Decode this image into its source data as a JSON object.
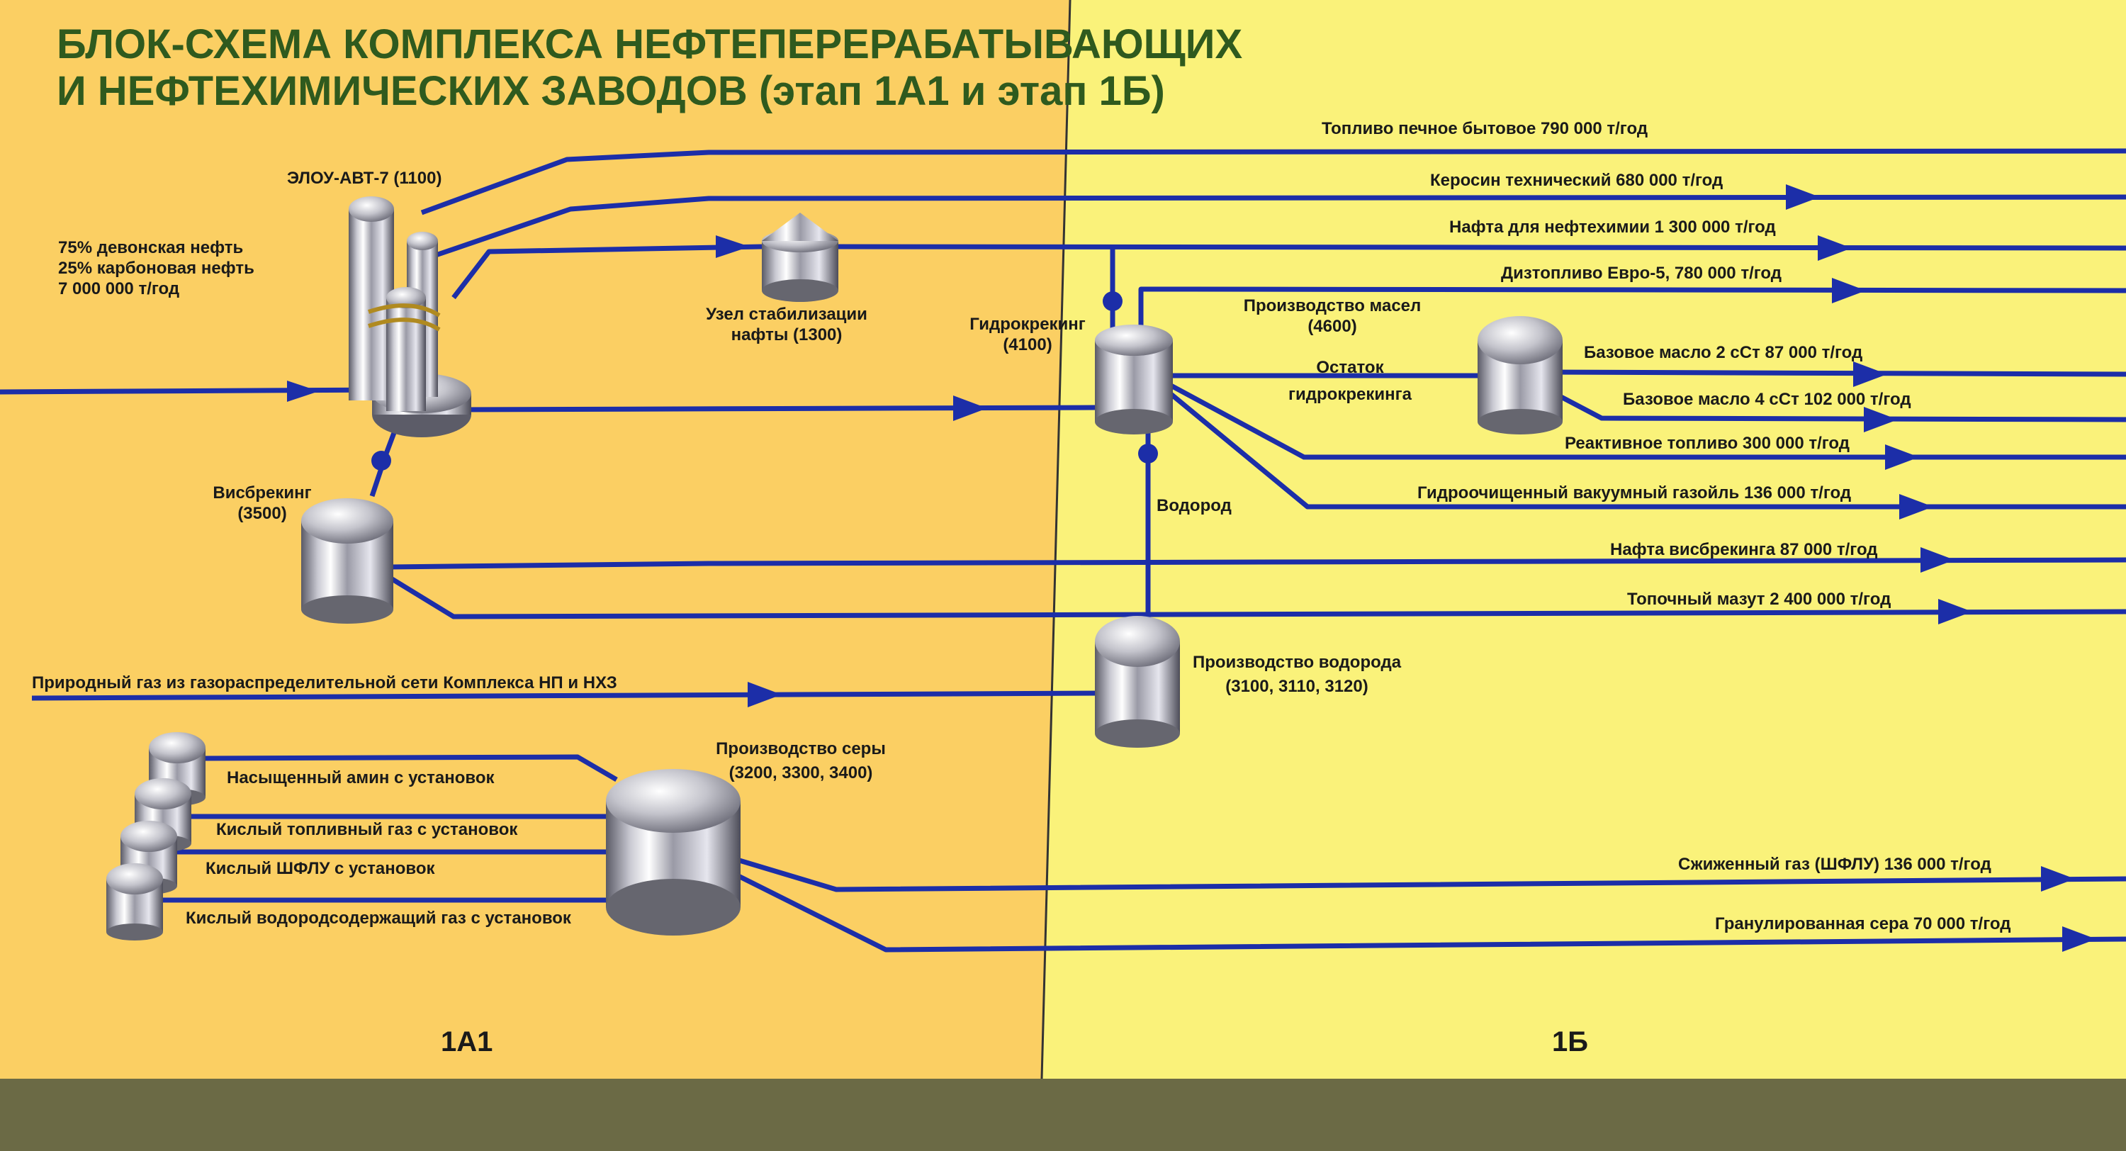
{
  "title": {
    "line1": "БЛОК-СХЕМА КОМПЛЕКСА НЕФТЕПЕРЕРАБАТЫВАЮЩИХ",
    "line2": "И НЕФТЕХИМИЧЕСКИХ ЗАВОДОВ (этап 1А1 и этап 1Б)"
  },
  "colors": {
    "stage_1a1": "#fbcf63",
    "stage_1b": "#faf27a",
    "ground": "#6b6a45",
    "pipe": "#1c2ea8",
    "title": "#2f5a1e"
  },
  "feed": {
    "line1": "75% девонская нефть",
    "line2": "25% карбоновая нефть",
    "line3": "7 000 000 т/год"
  },
  "units": {
    "elou": "ЭЛОУ-АВТ-7 (1100)",
    "stabilization_line1": "Узел стабилизации",
    "stabilization_line2": "нафты (1300)",
    "hydrocracking_line1": "Гидрокрекинг",
    "hydrocracking_line2": "(4100)",
    "visbreaking_line1": "Висбрекинг",
    "visbreaking_line2": "(3500)",
    "oils_line1": "Производство масел",
    "oils_line2": "(4600)",
    "residue_line1": "Остаток",
    "residue_line2": "гидрокрекинга",
    "hydrogen_label": "Водород",
    "hydrogen_prod_line1": "Производство водорода",
    "hydrogen_prod_line2": "(3100, 3110, 3120)",
    "sulfur_line1": "Производство серы",
    "sulfur_line2": "(3200, 3300, 3400)"
  },
  "natural_gas": "Природный газ из газораспределительной сети Комплекса НП и НХЗ",
  "sulfur_inputs": [
    "Насыщенный амин с установок",
    "Кислый топливный газ с установок",
    "Кислый ШФЛУ с установок",
    "Кислый водородсодержащий газ с установок"
  ],
  "products": {
    "heating_fuel": "Топливо печное бытовое  790 000 т/год",
    "kerosene": "Керосин технический 680 000 т/год",
    "naphtha_petrochem": "Нафта для нефтехимии 1 300 000 т/год",
    "diesel": "Дизтопливо Евро-5, 780 000 т/год",
    "base_oil_2": "Базовое масло 2 сСт 87 000 т/год",
    "base_oil_4": "Базовое масло 4 сСт 102 000 т/год",
    "jet_fuel": "Реактивное топливо 300 000 т/год",
    "vgo": "Гидроочищенный вакуумный газойль 136 000 т/год",
    "visbreaking_naphtha": "Нафта висбрекинга 87 000 т/год",
    "fuel_oil": "Топочный мазут 2 400 000 т/год",
    "lpg": "Сжиженный газ (ШФЛУ) 136 000 т/год",
    "sulfur": "Гранулированная сера  70 000 т/год"
  },
  "stages": {
    "left": "1А1",
    "right": "1Б"
  }
}
